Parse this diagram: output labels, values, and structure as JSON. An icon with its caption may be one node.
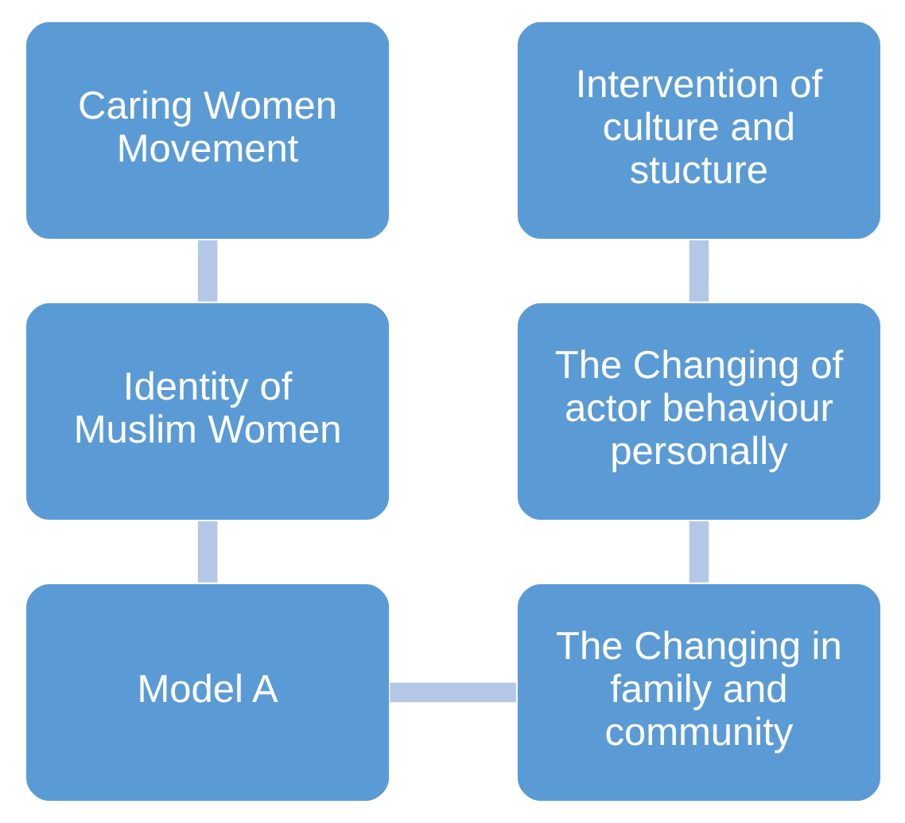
{
  "diagram": {
    "nodes": [
      {
        "text": [
          "Caring Women Movement"
        ]
      },
      {
        "text": [
          "Intervention of culture and stucture"
        ]
      },
      {
        "text": [
          "Identity of Muslim Women"
        ]
      },
      {
        "text": [
          "The Changing of actor behaviour personally"
        ]
      },
      {
        "text": [
          "Model A"
        ]
      },
      {
        "text": [
          "The Changing in family and community"
        ]
      }
    ],
    "edges": [
      {
        "from": 0,
        "to": 2,
        "arrow": "none"
      },
      {
        "from": 2,
        "to": 4,
        "arrow": "none"
      },
      {
        "from": 4,
        "to": 5,
        "arrow": "none"
      },
      {
        "from": 3,
        "to": 5,
        "arrow": "none"
      },
      {
        "from": 1,
        "to": 3,
        "arrow": "none"
      }
    ]
  }
}
